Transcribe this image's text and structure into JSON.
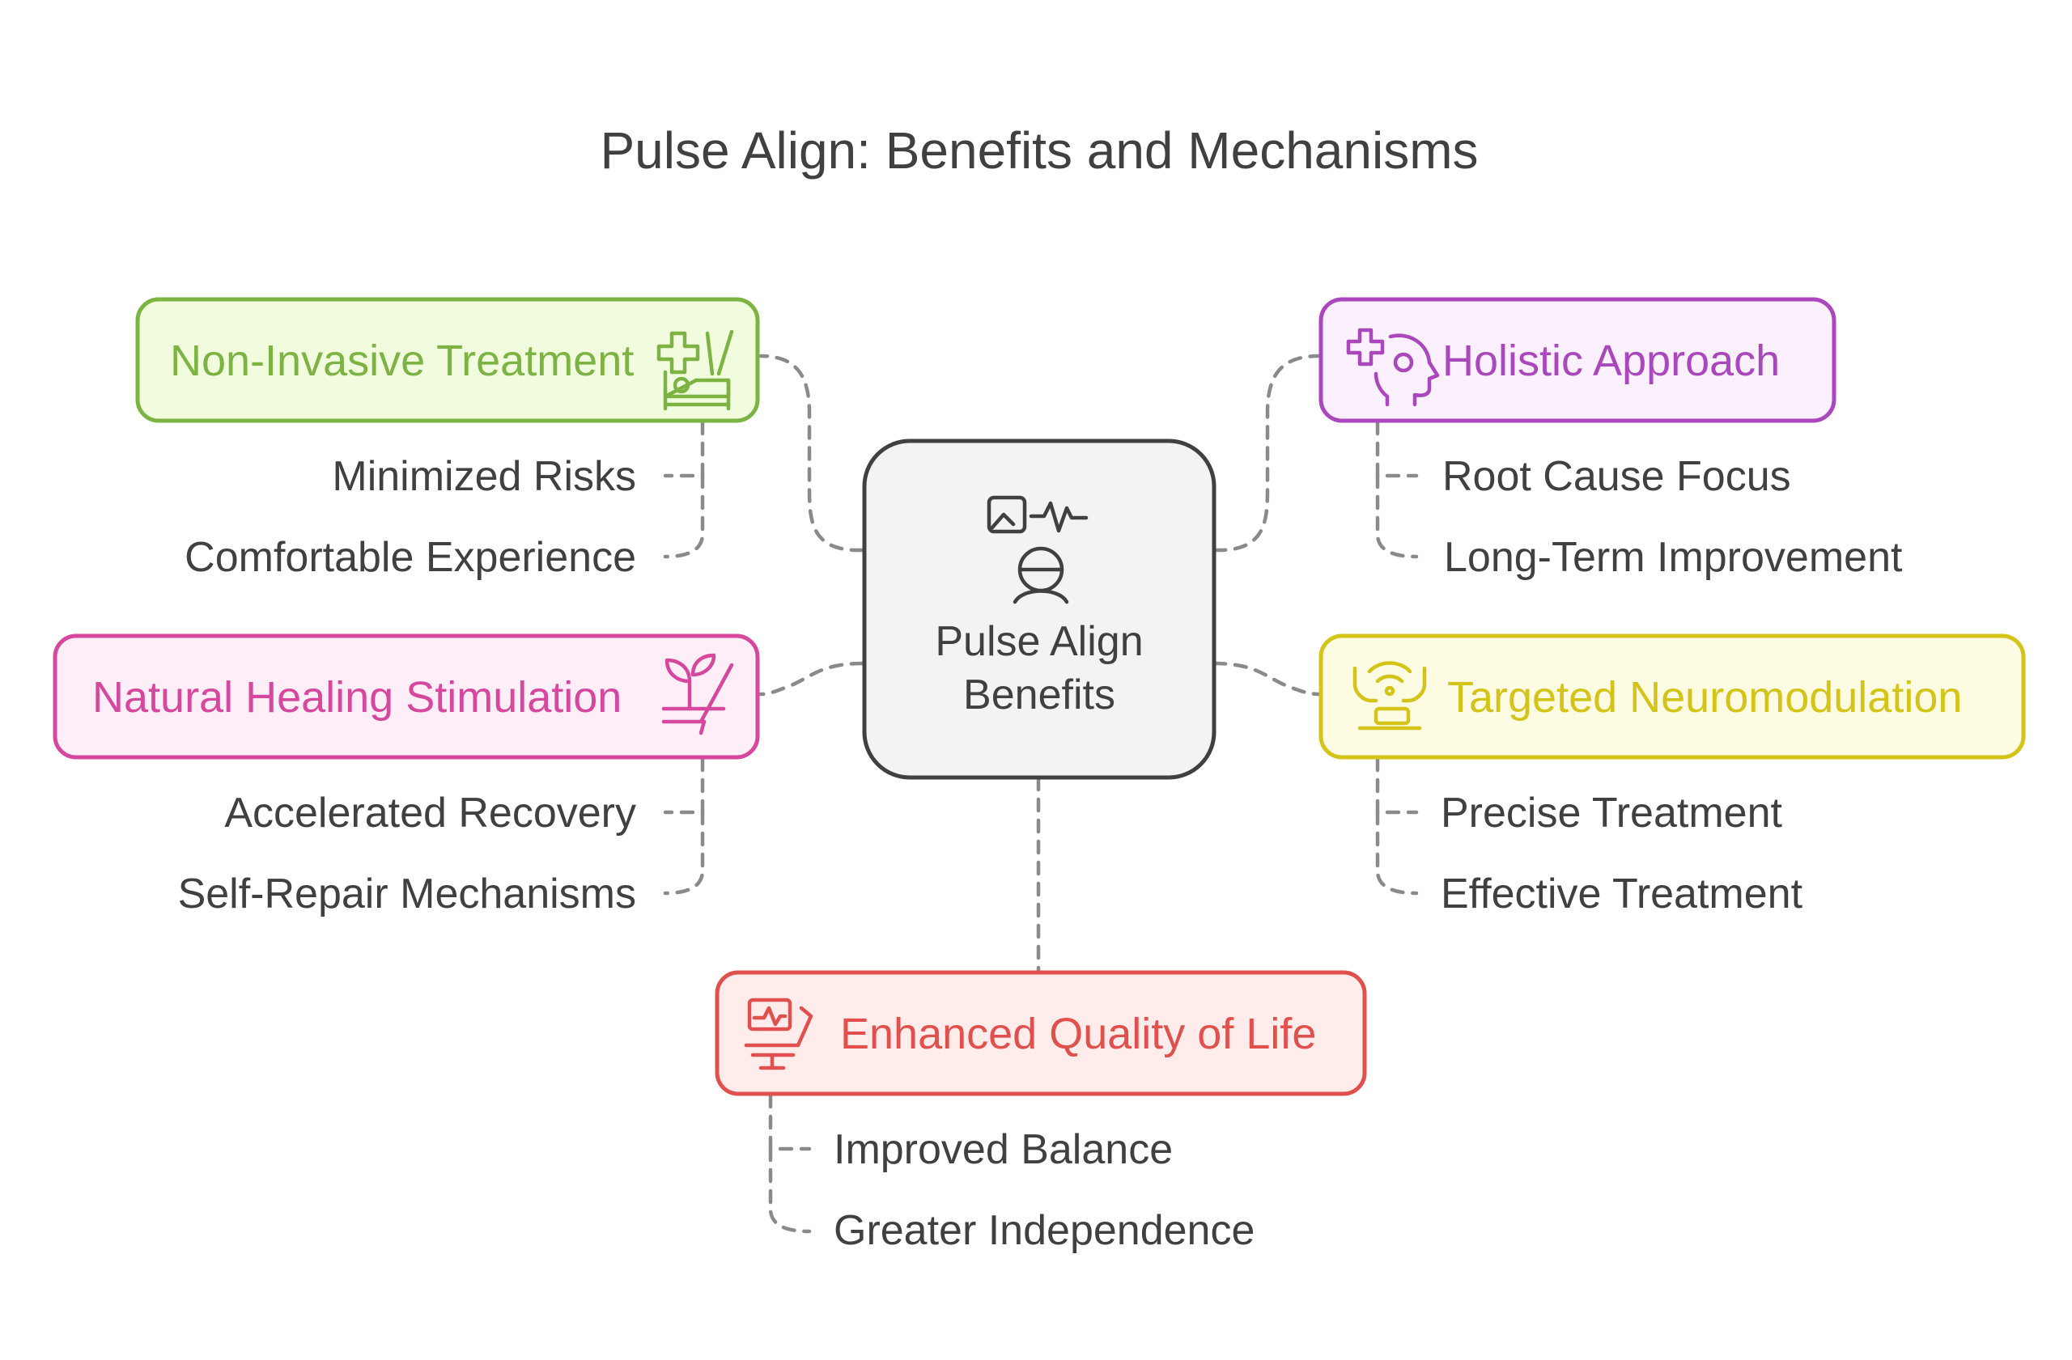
{
  "title": "Pulse Align: Benefits and Mechanisms",
  "center": {
    "line1": "Pulse Align",
    "line2": "Benefits",
    "icon": "patient-monitor-icon",
    "color": "#404040",
    "fill": "#f3f3f3"
  },
  "branches": {
    "non_invasive": {
      "label": "Non-Invasive Treatment",
      "icon": "treatment-bed-icon",
      "color": "#7cb342",
      "fill": "#f1fcdf",
      "items": [
        "Minimized Risks",
        "Comfortable Experience"
      ]
    },
    "holistic": {
      "label": "Holistic Approach",
      "icon": "head-health-icon",
      "color": "#ab47bc",
      "fill": "#fbf0fd",
      "items": [
        "Root Cause Focus",
        "Long-Term Improvement"
      ]
    },
    "natural_healing": {
      "label": "Natural Healing Stimulation",
      "icon": "sprout-hand-icon",
      "color": "#d6479e",
      "fill": "#fdeef7",
      "items": [
        "Accelerated Recovery",
        "Self-Repair Mechanisms"
      ]
    },
    "targeted": {
      "label": "Targeted Neuromodulation",
      "icon": "signal-device-icon",
      "color": "#d4c41a",
      "fill": "#fdfce2",
      "items": [
        "Precise Treatment",
        "Effective Treatment"
      ]
    },
    "quality_of_life": {
      "label": "Enhanced Quality of Life",
      "icon": "medical-chair-icon",
      "color": "#e0504d",
      "fill": "#ffeceb",
      "items": [
        "Improved Balance",
        "Greater Independence"
      ]
    }
  }
}
